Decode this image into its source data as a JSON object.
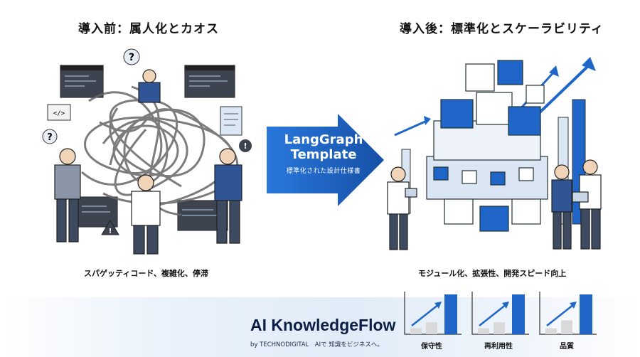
{
  "before": {
    "title": "導入前：属人化とカオス",
    "caption": "スパゲッティコード、複雑化、停滞"
  },
  "transition": {
    "title_line1": "LangGraph",
    "title_line2": "Template",
    "subtitle": "標準化された設計仕様書"
  },
  "after": {
    "title": "導入後：標準化とスケーラビリティ",
    "caption": "モジュール化、拡張性、開発スピード向上"
  },
  "brand": {
    "name": "AI KnowledgeFlow",
    "byline": "by TECHNODIGITAL　AIで 知識をビジネスへ。"
  },
  "metrics": [
    {
      "label": "保守性",
      "values": [
        0.15,
        0.3,
        1.0
      ]
    },
    {
      "label": "再利用性",
      "values": [
        0.15,
        0.3,
        1.0
      ]
    },
    {
      "label": "品質",
      "values": [
        0.15,
        0.35,
        1.0
      ]
    }
  ],
  "colors": {
    "accent": "#1f66c8",
    "accent_dark": "#1550a6",
    "bar_light": "#d9d9d9",
    "navy": "#0b1e45"
  }
}
